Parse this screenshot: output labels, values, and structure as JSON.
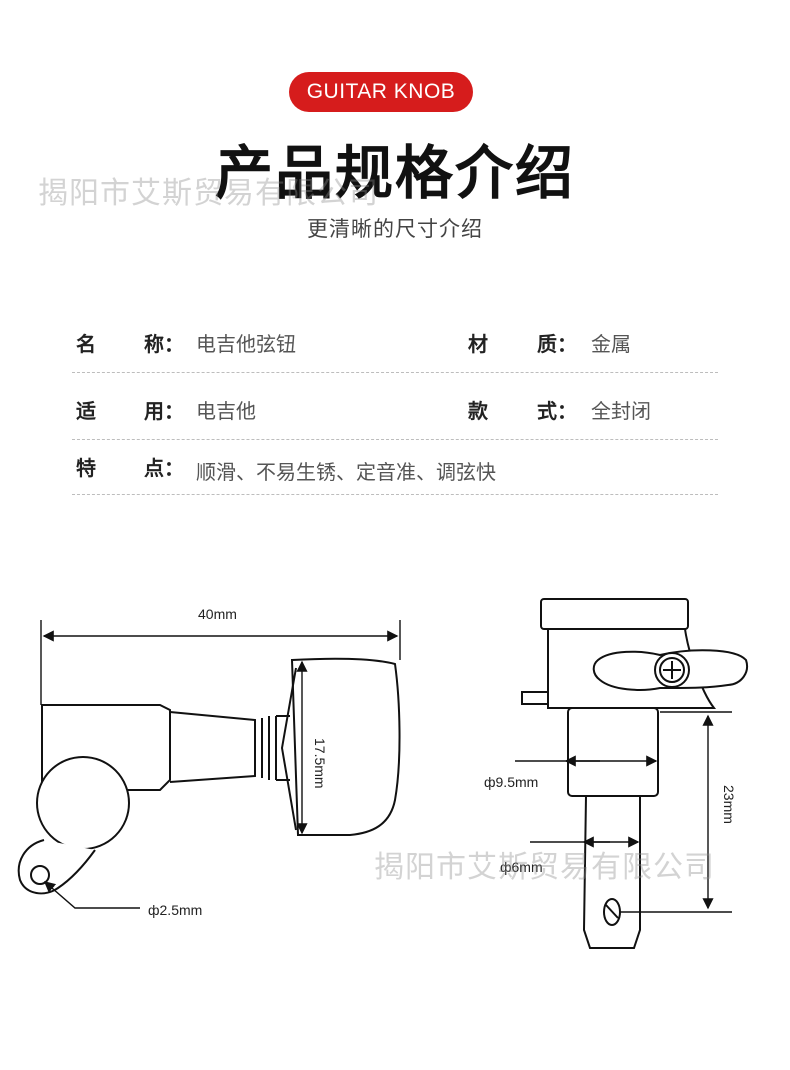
{
  "header": {
    "badge": "GUITAR KNOB",
    "title": "产品规格介绍",
    "subtitle": "更清晰的尺寸介绍"
  },
  "watermark": "揭阳市艾斯贸易有限公司",
  "specs": [
    {
      "label_a": "名",
      "label_b": "称：",
      "value": "电吉他弦钮",
      "label2_a": "材",
      "label2_b": "质：",
      "value2": "金属"
    },
    {
      "label_a": "适",
      "label_b": "用：",
      "value": "电吉他",
      "label2_a": "款",
      "label2_b": "式：",
      "value2": "全封闭"
    },
    {
      "label_a": "特",
      "label_b": "点：",
      "value": "顺滑、不易生锈、定音准、调弦快"
    }
  ],
  "dimensions": {
    "length": "40mm",
    "knob_height": "17.5mm",
    "hole_diameter": "ф2.5mm",
    "bushing_diameter": "ф9.5mm",
    "post_diameter": "ф6mm",
    "post_height": "23mm"
  },
  "colors": {
    "badge": "#d61c1c",
    "title": "#111111"
  }
}
